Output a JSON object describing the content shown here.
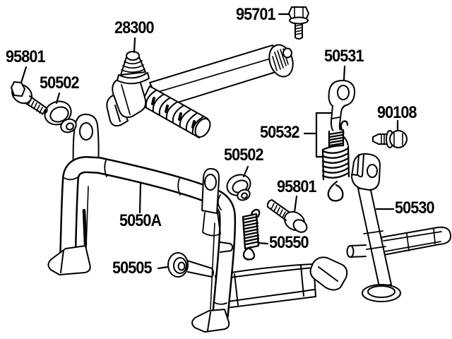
{
  "diagram": {
    "description": "Exploded parts diagram of a scooter center stand and side stand assembly",
    "colors": {
      "background": "#ffffff",
      "line": "#000000",
      "text": "#000000"
    },
    "labels": [
      {
        "id": "95801-top-left",
        "text": "95801",
        "part": "flange-bolt"
      },
      {
        "id": "50502-left",
        "text": "50502",
        "part": "rubber-grommet"
      },
      {
        "id": "28300",
        "text": "28300",
        "part": "kick-starter-arm"
      },
      {
        "id": "95701",
        "text": "95701",
        "part": "flange-bolt"
      },
      {
        "id": "50531",
        "text": "50531",
        "part": "stand-link-plate"
      },
      {
        "id": "90108",
        "text": "90108",
        "part": "bolt"
      },
      {
        "id": "50532",
        "text": "50532",
        "part": "link-spring"
      },
      {
        "id": "50502-center",
        "text": "50502",
        "part": "rubber-grommet"
      },
      {
        "id": "95801-center",
        "text": "95801",
        "part": "flange-bolt"
      },
      {
        "id": "5050A",
        "text": "5050A",
        "part": "center-stand"
      },
      {
        "id": "50550",
        "text": "50550",
        "part": "return-spring"
      },
      {
        "id": "50505",
        "text": "50505",
        "part": "pivot-shaft"
      },
      {
        "id": "50530",
        "text": "50530",
        "part": "side-stand"
      }
    ]
  }
}
